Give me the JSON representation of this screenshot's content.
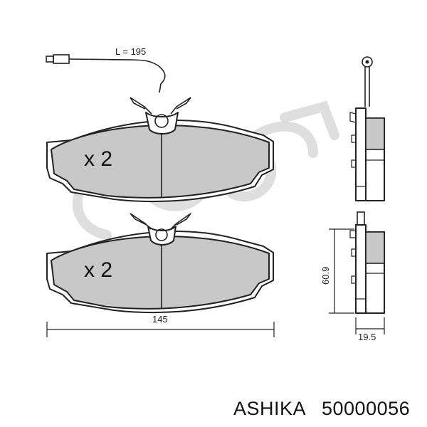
{
  "wire_length_label": "L = 195",
  "top_pad": {
    "quantity": "x 2"
  },
  "bottom_pad": {
    "quantity": "x 2"
  },
  "width_dimension": "145",
  "height_dimension": "60.9",
  "thickness_dimension": "19.5",
  "footer": {
    "brand": "ASHIKA",
    "part_number": "50000056"
  },
  "watermark": "ciCOM",
  "colors": {
    "pad_fill": "#c8c8c8",
    "outline": "#222222",
    "watermark": "#d4d4d4"
  }
}
